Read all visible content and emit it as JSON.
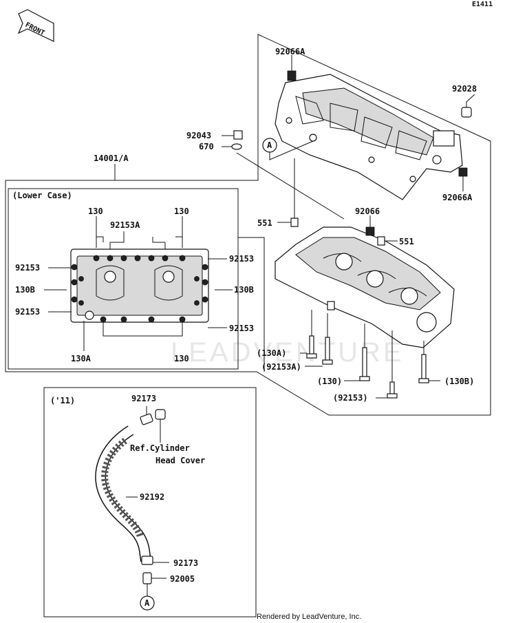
{
  "diagram_code": "E1411",
  "front_label": "FRONT",
  "assembly_label": "14001/A",
  "lower_case_label": "(Lower Case)",
  "hose_kit_label": "('11)",
  "ref_note_line1": "Ref.Cylinder",
  "ref_note_line2": "Head Cover",
  "watermark": "LEADVENTURE",
  "footer": "Rendered by LeadVenture, Inc.",
  "callout_a": "A",
  "parts": {
    "p92066A_top": "92066A",
    "p92028": "92028",
    "p92043": "92043",
    "p670": "670",
    "p92066A_right": "92066A",
    "p92066": "92066",
    "p551_left": "551",
    "p551_right": "551",
    "p130A_paren": "(130A)",
    "p92153A_paren": "(92153A)",
    "p130_paren": "(130)",
    "p92153_paren": "(92153)",
    "p130B_paren": "(130B)",
    "lc_130_left": "130",
    "lc_130_right": "130",
    "lc_92153A": "92153A",
    "lc_92153_ul": "92153",
    "lc_92153_ur": "92153",
    "lc_130B_left": "130B",
    "lc_130B_right": "130B",
    "lc_92153_ll": "92153",
    "lc_92153_lr": "92153",
    "lc_130A": "130A",
    "lc_130_bottom": "130",
    "h92173_top": "92173",
    "h92192": "92192",
    "h92173_bottom": "92173",
    "h92005": "92005"
  }
}
